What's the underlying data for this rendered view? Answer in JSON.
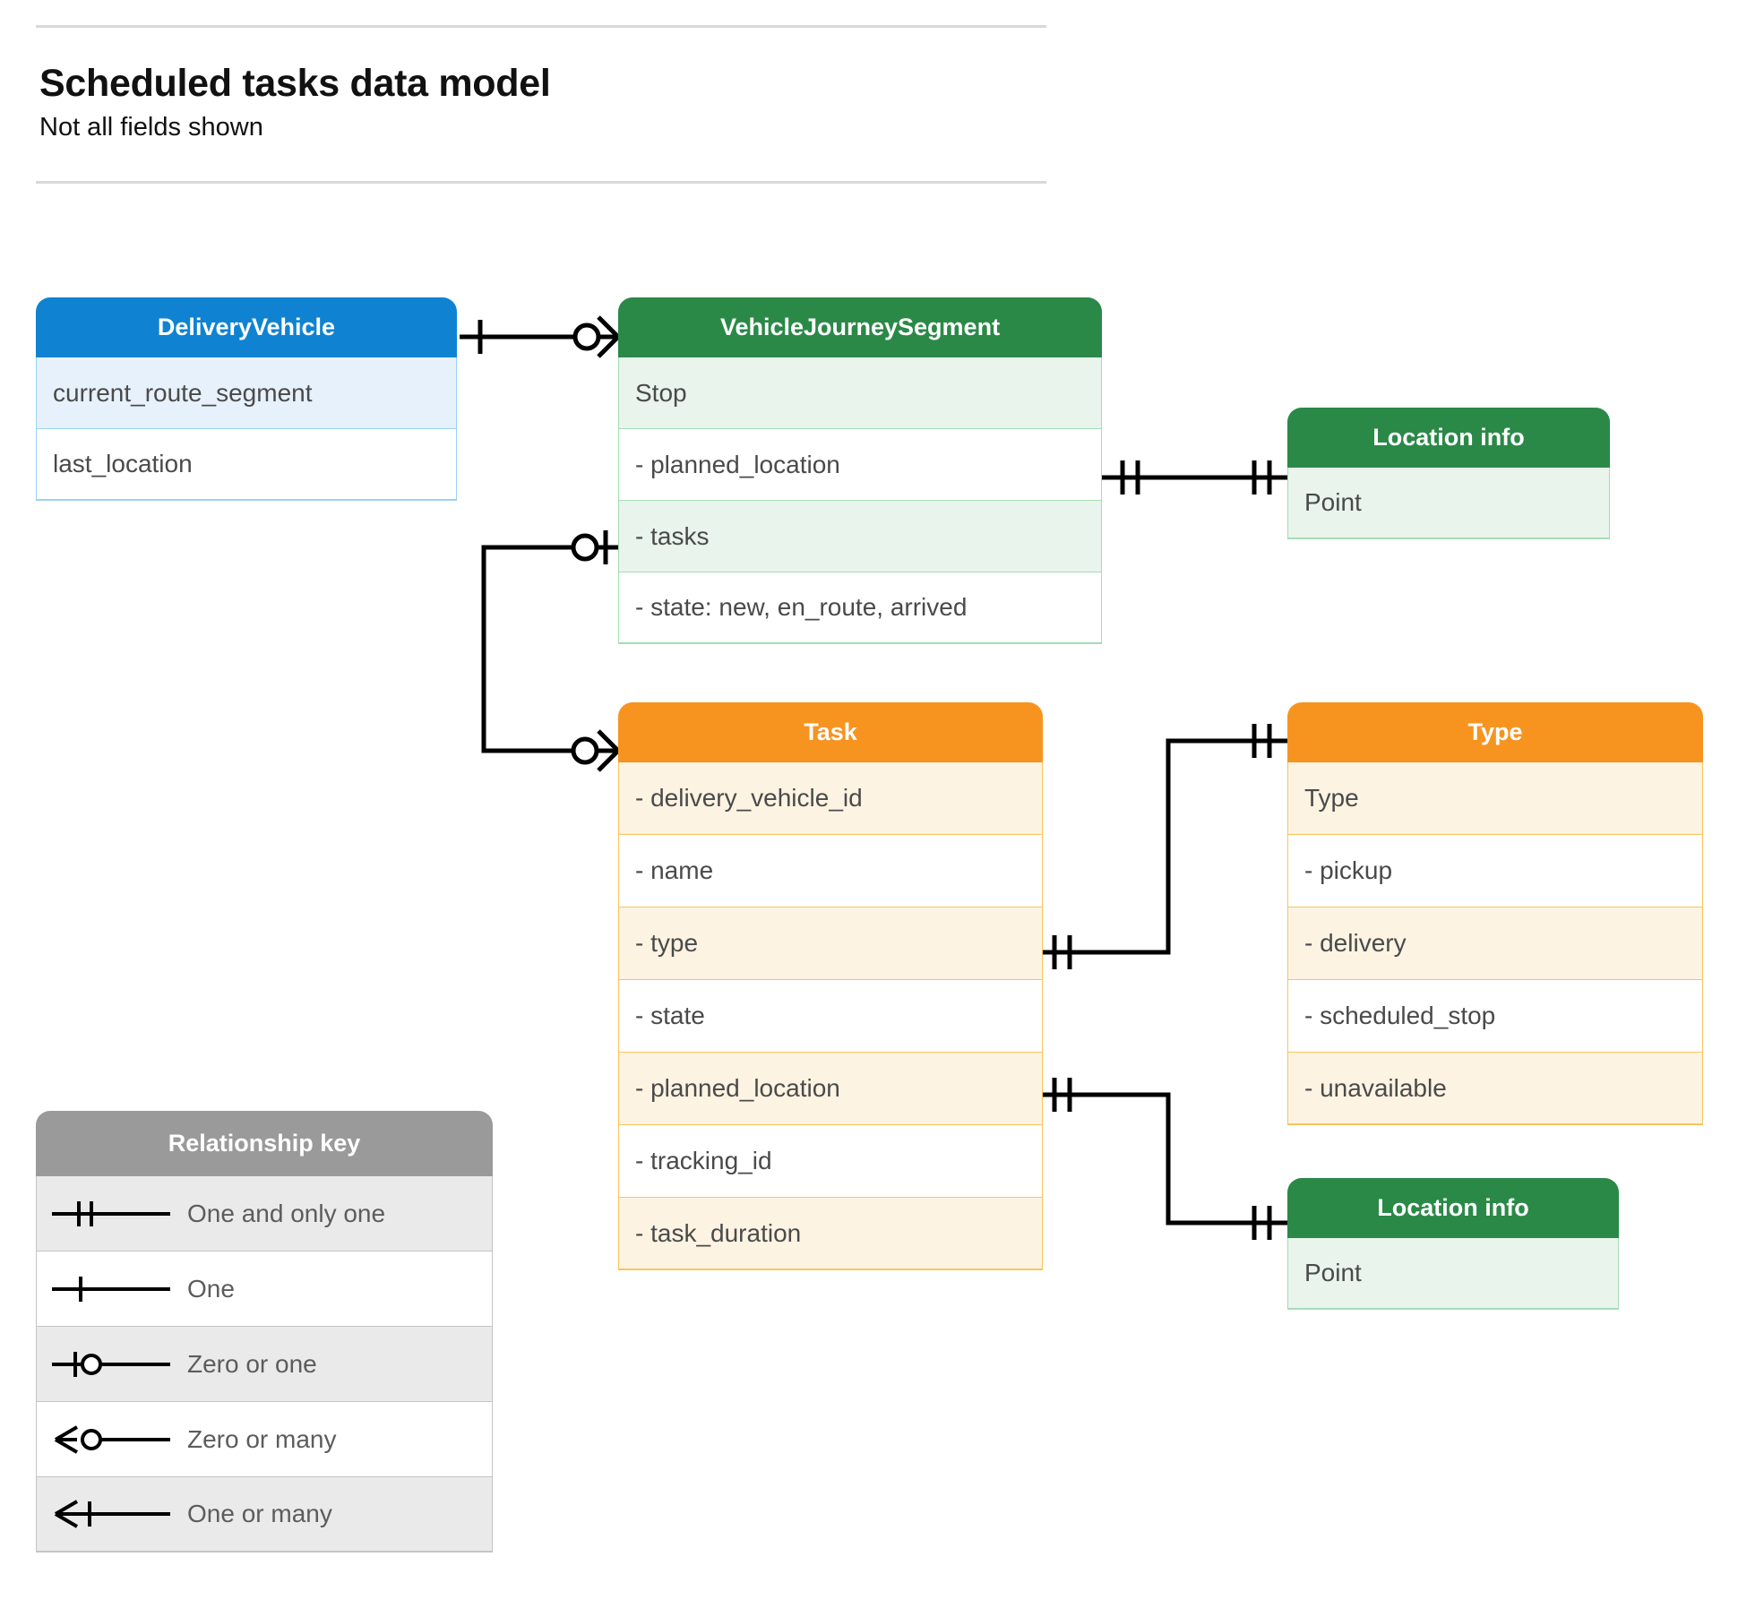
{
  "header": {
    "title": "Scheduled tasks data model",
    "subtitle": "Not all fields shown"
  },
  "colors": {
    "blue_header": "#0f83d2",
    "blue_row": "#e6f1fc",
    "blue_border": "#9bd1f5",
    "green_header": "#2a8947",
    "green_row": "#e8f4ec",
    "green_border": "#a6dcb4",
    "orange_header": "#f79420",
    "orange_row": "#fdf3e2",
    "orange_border": "#fbc35c",
    "grey_header": "#9a9a9a",
    "grey_row": "#eaeaea",
    "grey_border": "#c4c4c4",
    "connector": "#000000",
    "rule": "#d9d9d9"
  },
  "entities": {
    "delivery_vehicle": {
      "title": "DeliveryVehicle",
      "rows": [
        "current_route_segment",
        "last_location"
      ]
    },
    "vehicle_journey_segment": {
      "title": "VehicleJourneySegment",
      "rows": [
        "Stop",
        "-  planned_location",
        "- tasks",
        "- state: new, en_route, arrived"
      ]
    },
    "location_info_top": {
      "title": "Location info",
      "rows": [
        "Point"
      ]
    },
    "location_info_bottom": {
      "title": "Location info",
      "rows": [
        "Point"
      ]
    },
    "task": {
      "title": "Task",
      "rows": [
        "- delivery_vehicle_id",
        "- name",
        "- type",
        "- state",
        "- planned_location",
        "- tracking_id",
        "- task_duration"
      ]
    },
    "type": {
      "title": "Type",
      "rows": [
        "Type",
        "-   pickup",
        "-   delivery",
        "-   scheduled_stop",
        "-   unavailable"
      ]
    }
  },
  "legend": {
    "title": "Relationship key",
    "items": [
      {
        "symbol": "one-and-only-one",
        "label": "One and only one"
      },
      {
        "symbol": "one",
        "label": "One"
      },
      {
        "symbol": "zero-or-one",
        "label": "Zero or one"
      },
      {
        "symbol": "zero-or-many",
        "label": "Zero or many"
      },
      {
        "symbol": "one-or-many",
        "label": "One or many"
      }
    ]
  },
  "relationships": [
    {
      "from": "delivery_vehicle",
      "to": "vehicle_journey_segment",
      "from_cardinality": "one",
      "to_cardinality": "zero-or-many"
    },
    {
      "from": "vehicle_journey_segment.planned_location",
      "to": "location_info_top",
      "from_cardinality": "one-and-only-one",
      "to_cardinality": "one-and-only-one"
    },
    {
      "from": "vehicle_journey_segment.tasks",
      "to": "task",
      "from_cardinality": "zero-or-one",
      "to_cardinality": "zero-or-many"
    },
    {
      "from": "task.type",
      "to": "type",
      "from_cardinality": "one-and-only-one",
      "to_cardinality": "one-and-only-one"
    },
    {
      "from": "task.planned_location",
      "to": "location_info_bottom",
      "from_cardinality": "one-and-only-one",
      "to_cardinality": "one-and-only-one"
    }
  ]
}
